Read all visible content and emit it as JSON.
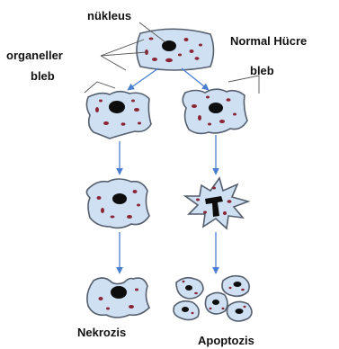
{
  "labels": {
    "nucleus": "nükleus",
    "organelles": "organeller",
    "bleb_left": "bleb",
    "bleb_right": "bleb",
    "normal_cell": "Normal Hücre",
    "necrosis": "Nekrozis",
    "apoptosis": "Apoptozis"
  },
  "colors": {
    "cytoplasm": "#cfe0f3",
    "cell_border": "#555f6e",
    "nucleus": "#0d0d0d",
    "organelle": "#8a2535",
    "arrow": "#4a7fd0"
  }
}
